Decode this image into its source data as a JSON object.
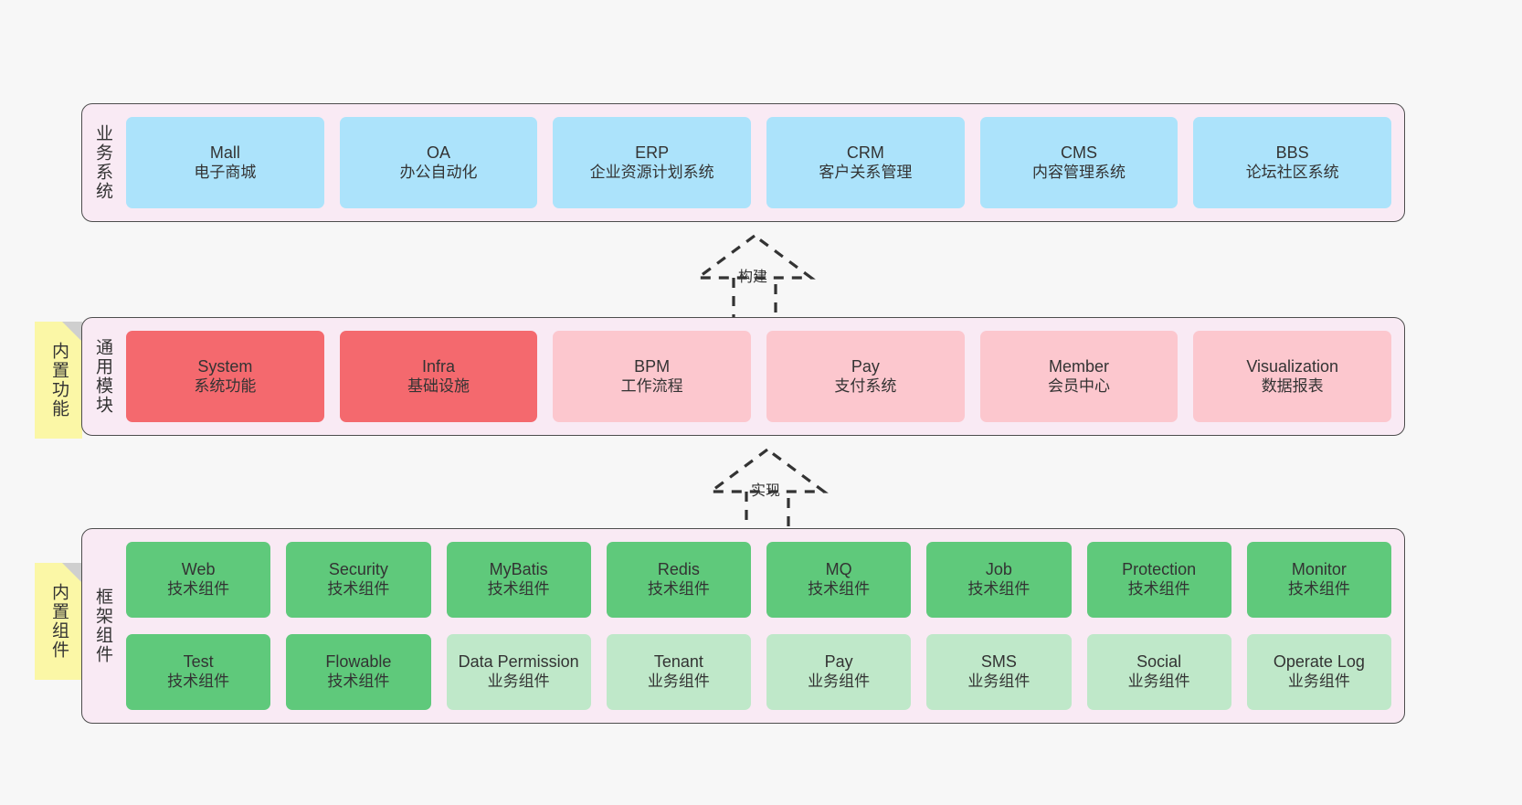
{
  "background_color": "#f7f7f7",
  "palette": {
    "layer_fill": "#f9eaf4",
    "layer_border": "#4d4d4d",
    "blue": "#ace3fb",
    "red": "#f4696e",
    "pink": "#fcc7ce",
    "green": "#5fc97b",
    "green_light": "#bfe8c9",
    "sticky": "#fbf7a6",
    "sticky_fold": "#cfcfcf",
    "text": "#333333"
  },
  "layers": [
    {
      "id": "business-systems",
      "title": "业务系统",
      "rows": [
        {
          "nodes": [
            {
              "en": "Mall",
              "cn": "电子商城",
              "color": "blue"
            },
            {
              "en": "OA",
              "cn": "办公自动化",
              "color": "blue"
            },
            {
              "en": "ERP",
              "cn": "企业资源计划系统",
              "color": "blue"
            },
            {
              "en": "CRM",
              "cn": "客户关系管理",
              "color": "blue"
            },
            {
              "en": "CMS",
              "cn": "内容管理系统",
              "color": "blue"
            },
            {
              "en": "BBS",
              "cn": "论坛社区系统",
              "color": "blue"
            }
          ]
        }
      ]
    },
    {
      "id": "common-modules",
      "title": "通用模块",
      "sticky": "内置功能",
      "rows": [
        {
          "nodes": [
            {
              "en": "System",
              "cn": "系统功能",
              "color": "red"
            },
            {
              "en": "Infra",
              "cn": "基础设施",
              "color": "red"
            },
            {
              "en": "BPM",
              "cn": "工作流程",
              "color": "pink"
            },
            {
              "en": "Pay",
              "cn": "支付系统",
              "color": "pink"
            },
            {
              "en": "Member",
              "cn": "会员中心",
              "color": "pink"
            },
            {
              "en": "Visualization",
              "cn": "数据报表",
              "color": "pink"
            }
          ]
        }
      ]
    },
    {
      "id": "framework-components",
      "title": "框架组件",
      "sticky": "内置组件",
      "rows": [
        {
          "nodes": [
            {
              "en": "Web",
              "cn": "技术组件",
              "color": "green"
            },
            {
              "en": "Security",
              "cn": "技术组件",
              "color": "green"
            },
            {
              "en": "MyBatis",
              "cn": "技术组件",
              "color": "green"
            },
            {
              "en": "Redis",
              "cn": "技术组件",
              "color": "green"
            },
            {
              "en": "MQ",
              "cn": "技术组件",
              "color": "green"
            },
            {
              "en": "Job",
              "cn": "技术组件",
              "color": "green"
            },
            {
              "en": "Protection",
              "cn": "技术组件",
              "color": "green"
            },
            {
              "en": "Monitor",
              "cn": "技术组件",
              "color": "green"
            }
          ]
        },
        {
          "nodes": [
            {
              "en": "Test",
              "cn": "技术组件",
              "color": "green"
            },
            {
              "en": "Flowable",
              "cn": "技术组件",
              "color": "green"
            },
            {
              "en": "Data Permission",
              "cn": "业务组件",
              "color": "green-light"
            },
            {
              "en": "Tenant",
              "cn": "业务组件",
              "color": "green-light"
            },
            {
              "en": "Pay",
              "cn": "业务组件",
              "color": "green-light"
            },
            {
              "en": "SMS",
              "cn": "业务组件",
              "color": "green-light"
            },
            {
              "en": "Social",
              "cn": "业务组件",
              "color": "green-light"
            },
            {
              "en": "Operate Log",
              "cn": "业务组件",
              "color": "green-light"
            }
          ]
        }
      ]
    }
  ],
  "connectors": [
    {
      "id": "build",
      "label": "构建"
    },
    {
      "id": "implement",
      "label": "实现"
    }
  ]
}
